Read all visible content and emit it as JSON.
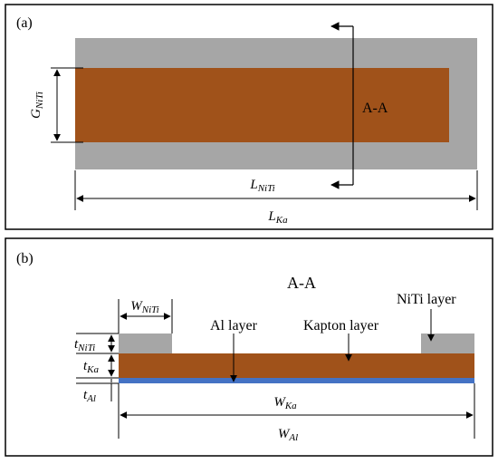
{
  "panel_a": {
    "tag": "(a)",
    "section_label": "A-A",
    "g_nit": {
      "main": "G",
      "sub": "NiTi"
    },
    "l_nit": {
      "main": "L",
      "sub": "NiTi"
    },
    "l_ka": {
      "main": "L",
      "sub": "Ka"
    }
  },
  "panel_b": {
    "tag": "(b)",
    "title": "A-A",
    "w_nit": {
      "main": "W",
      "sub": "NiTi"
    },
    "t_nit": {
      "main": "t",
      "sub": "NiTi"
    },
    "t_ka": {
      "main": "t",
      "sub": "Ka"
    },
    "t_al": {
      "main": "t",
      "sub": "Al"
    },
    "al_layer": "Al layer",
    "kapton_layer": "Kapton layer",
    "niti_layer": "NiTi layer",
    "w_ka": {
      "main": "W",
      "sub": "Ka"
    },
    "w_al": {
      "main": "W",
      "sub": "Al"
    }
  },
  "colors": {
    "niti": "#a6a6a6",
    "kapton": "#a0521a",
    "aluminum": "#4472c4"
  }
}
